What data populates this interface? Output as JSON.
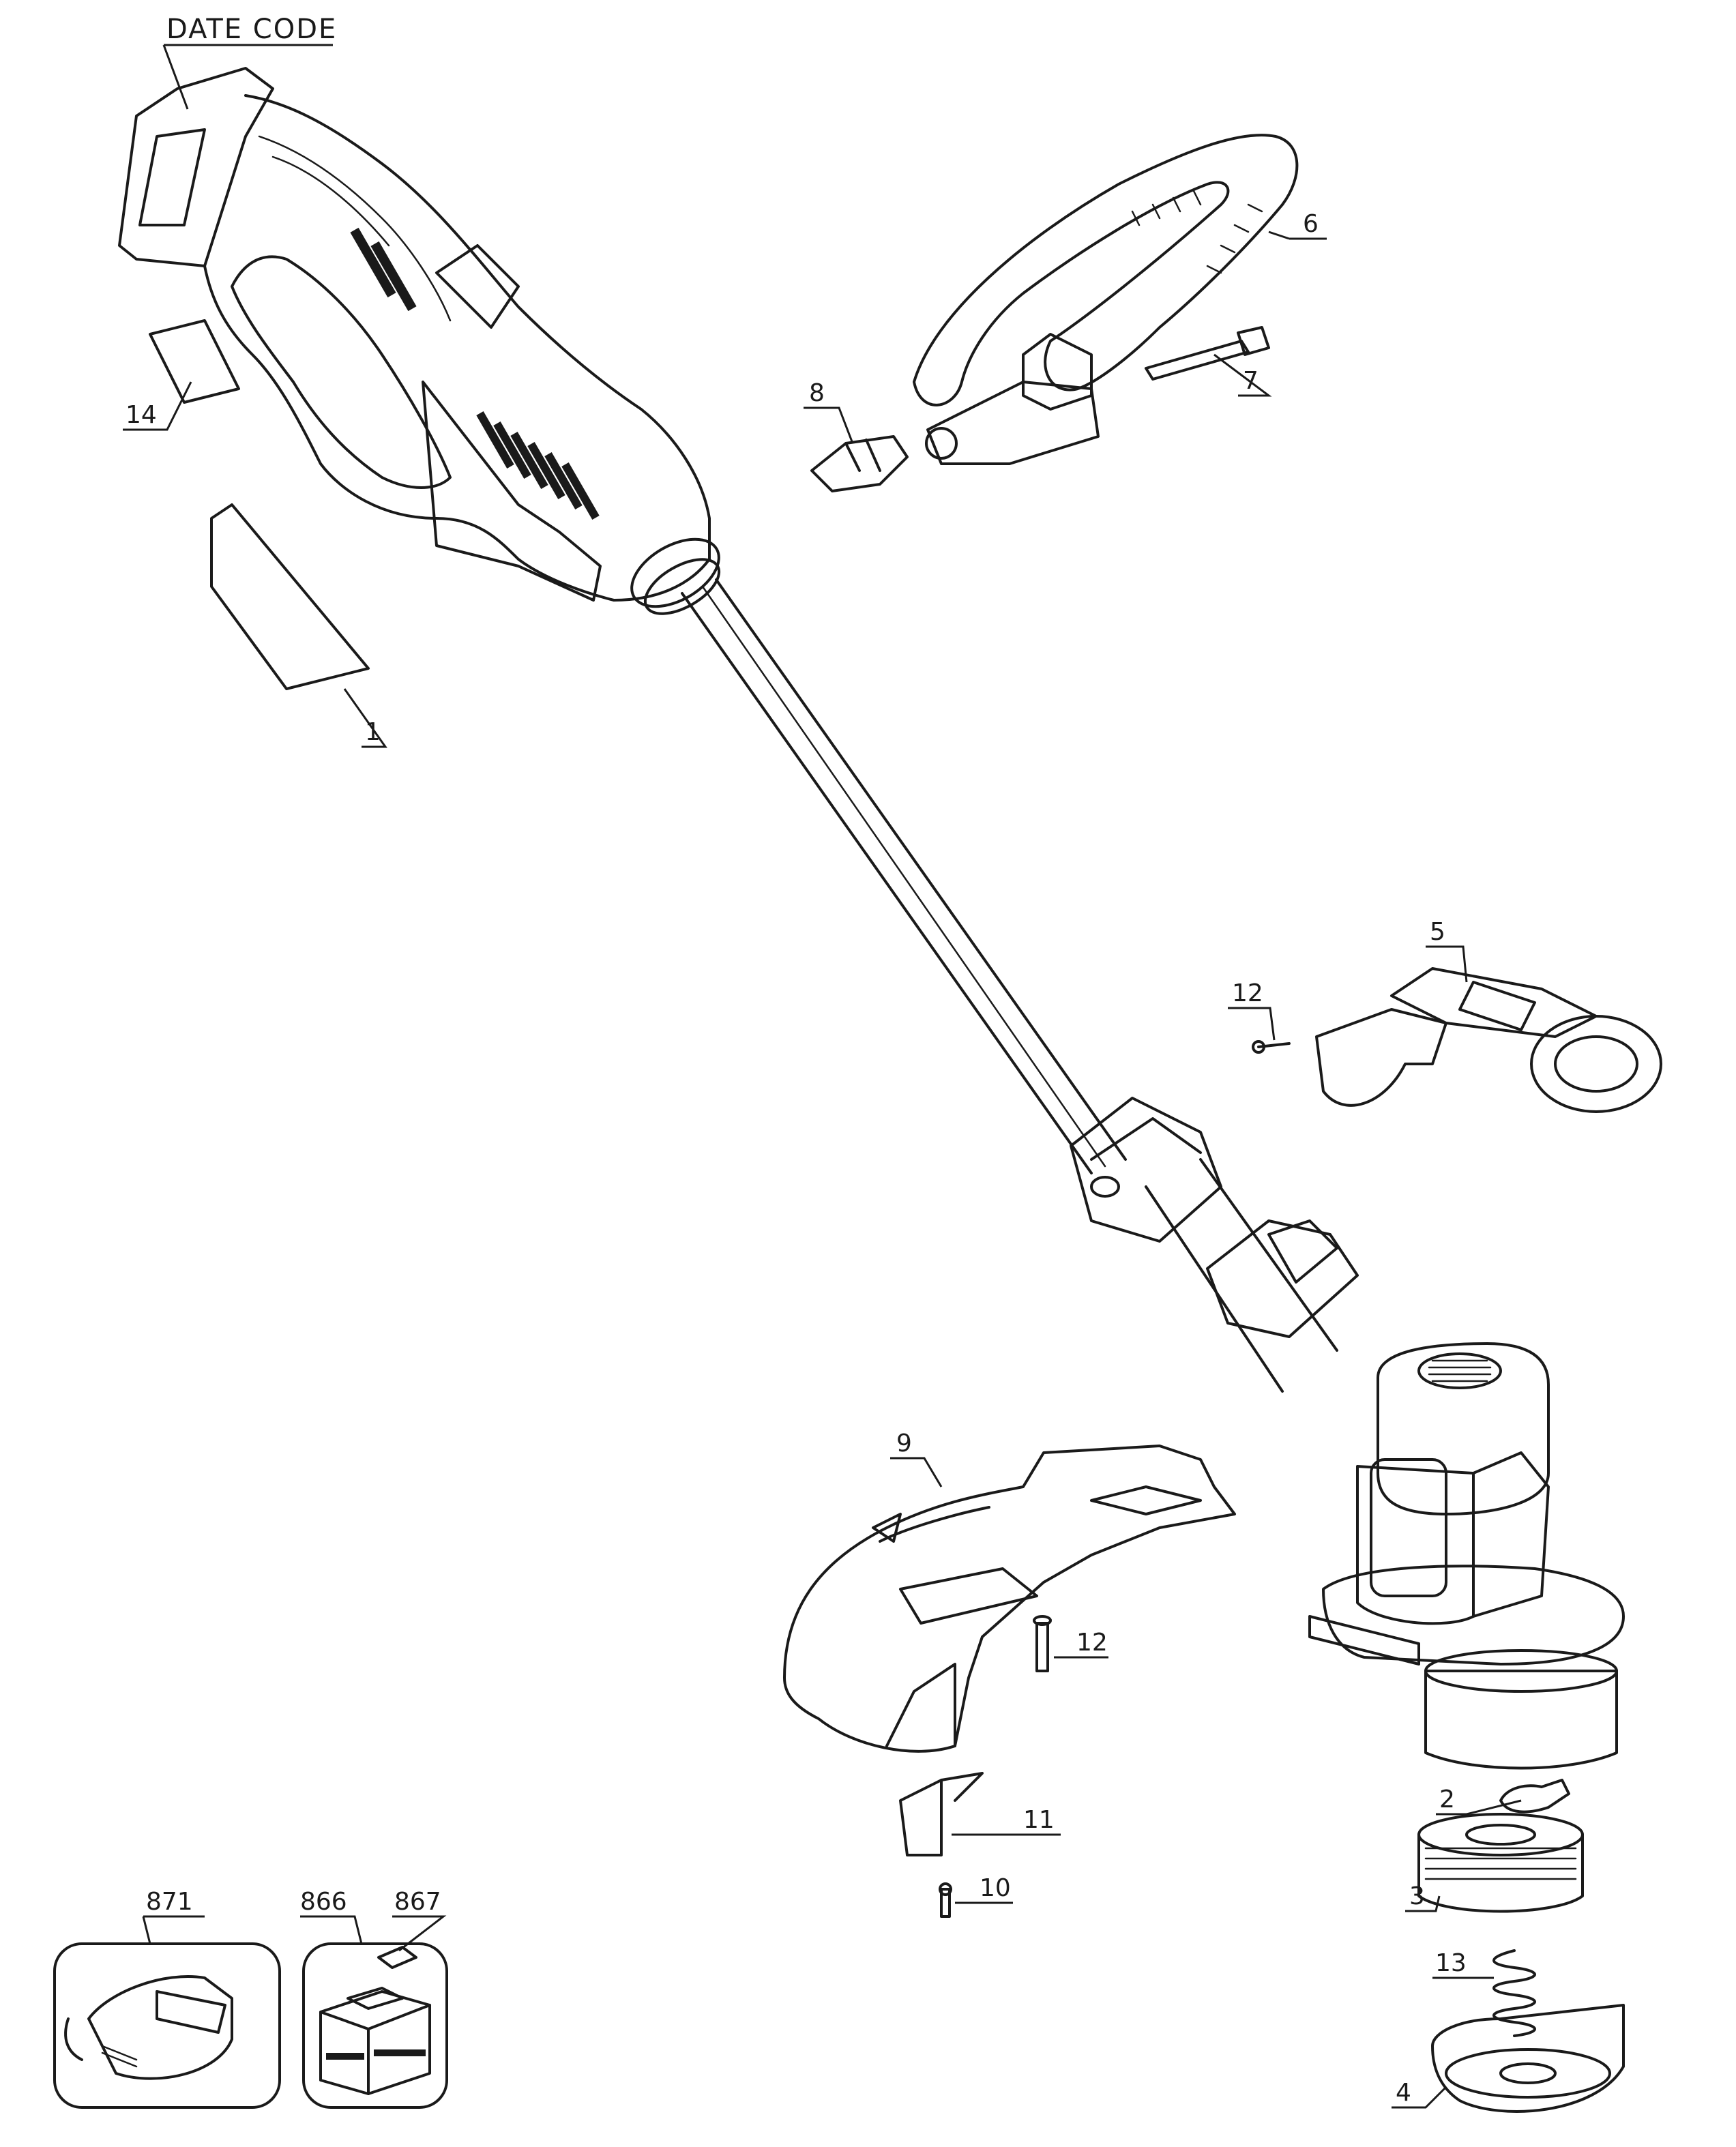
{
  "diagram": {
    "callouts": {
      "date_code": "DATE CODE",
      "p1": "1",
      "p2": "2",
      "p3": "3",
      "p4": "4",
      "p5": "5",
      "p6": "6",
      "p7": "7",
      "p8": "8",
      "p9": "9",
      "p10": "10",
      "p11": "11",
      "p12a": "12",
      "p12b": "12",
      "p13": "13",
      "p14": "14",
      "p866": "866",
      "p867": "867",
      "p871": "871"
    }
  }
}
